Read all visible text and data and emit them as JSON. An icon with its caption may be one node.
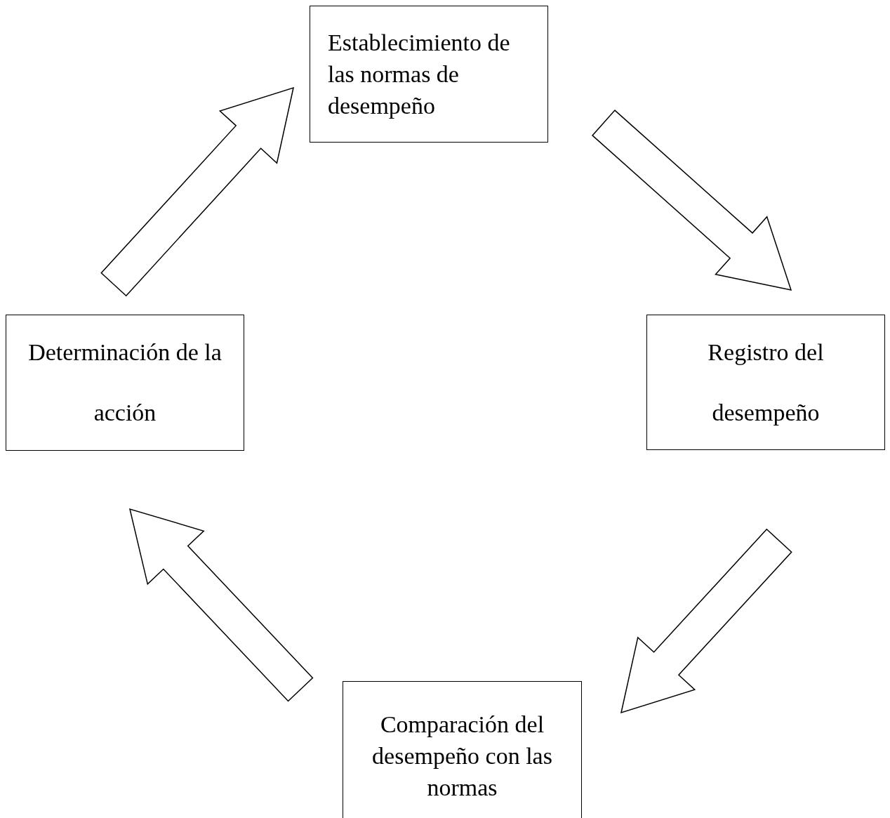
{
  "diagram": {
    "nodes": [
      {
        "text": [
          "Establecimiento de las normas de desempeño"
        ]
      },
      {
        "text": [
          "Registro del desempeño"
        ]
      },
      {
        "text": [
          "Comparación del desempeño con las normas"
        ]
      },
      {
        "text": [
          "Determinación de la acción"
        ]
      }
    ],
    "edges": [
      {
        "from": 0,
        "to": 1,
        "arrow": "to"
      },
      {
        "from": 1,
        "to": 2,
        "arrow": "to"
      },
      {
        "from": 2,
        "to": 3,
        "arrow": "to"
      },
      {
        "from": 3,
        "to": 0,
        "arrow": "to"
      }
    ]
  }
}
